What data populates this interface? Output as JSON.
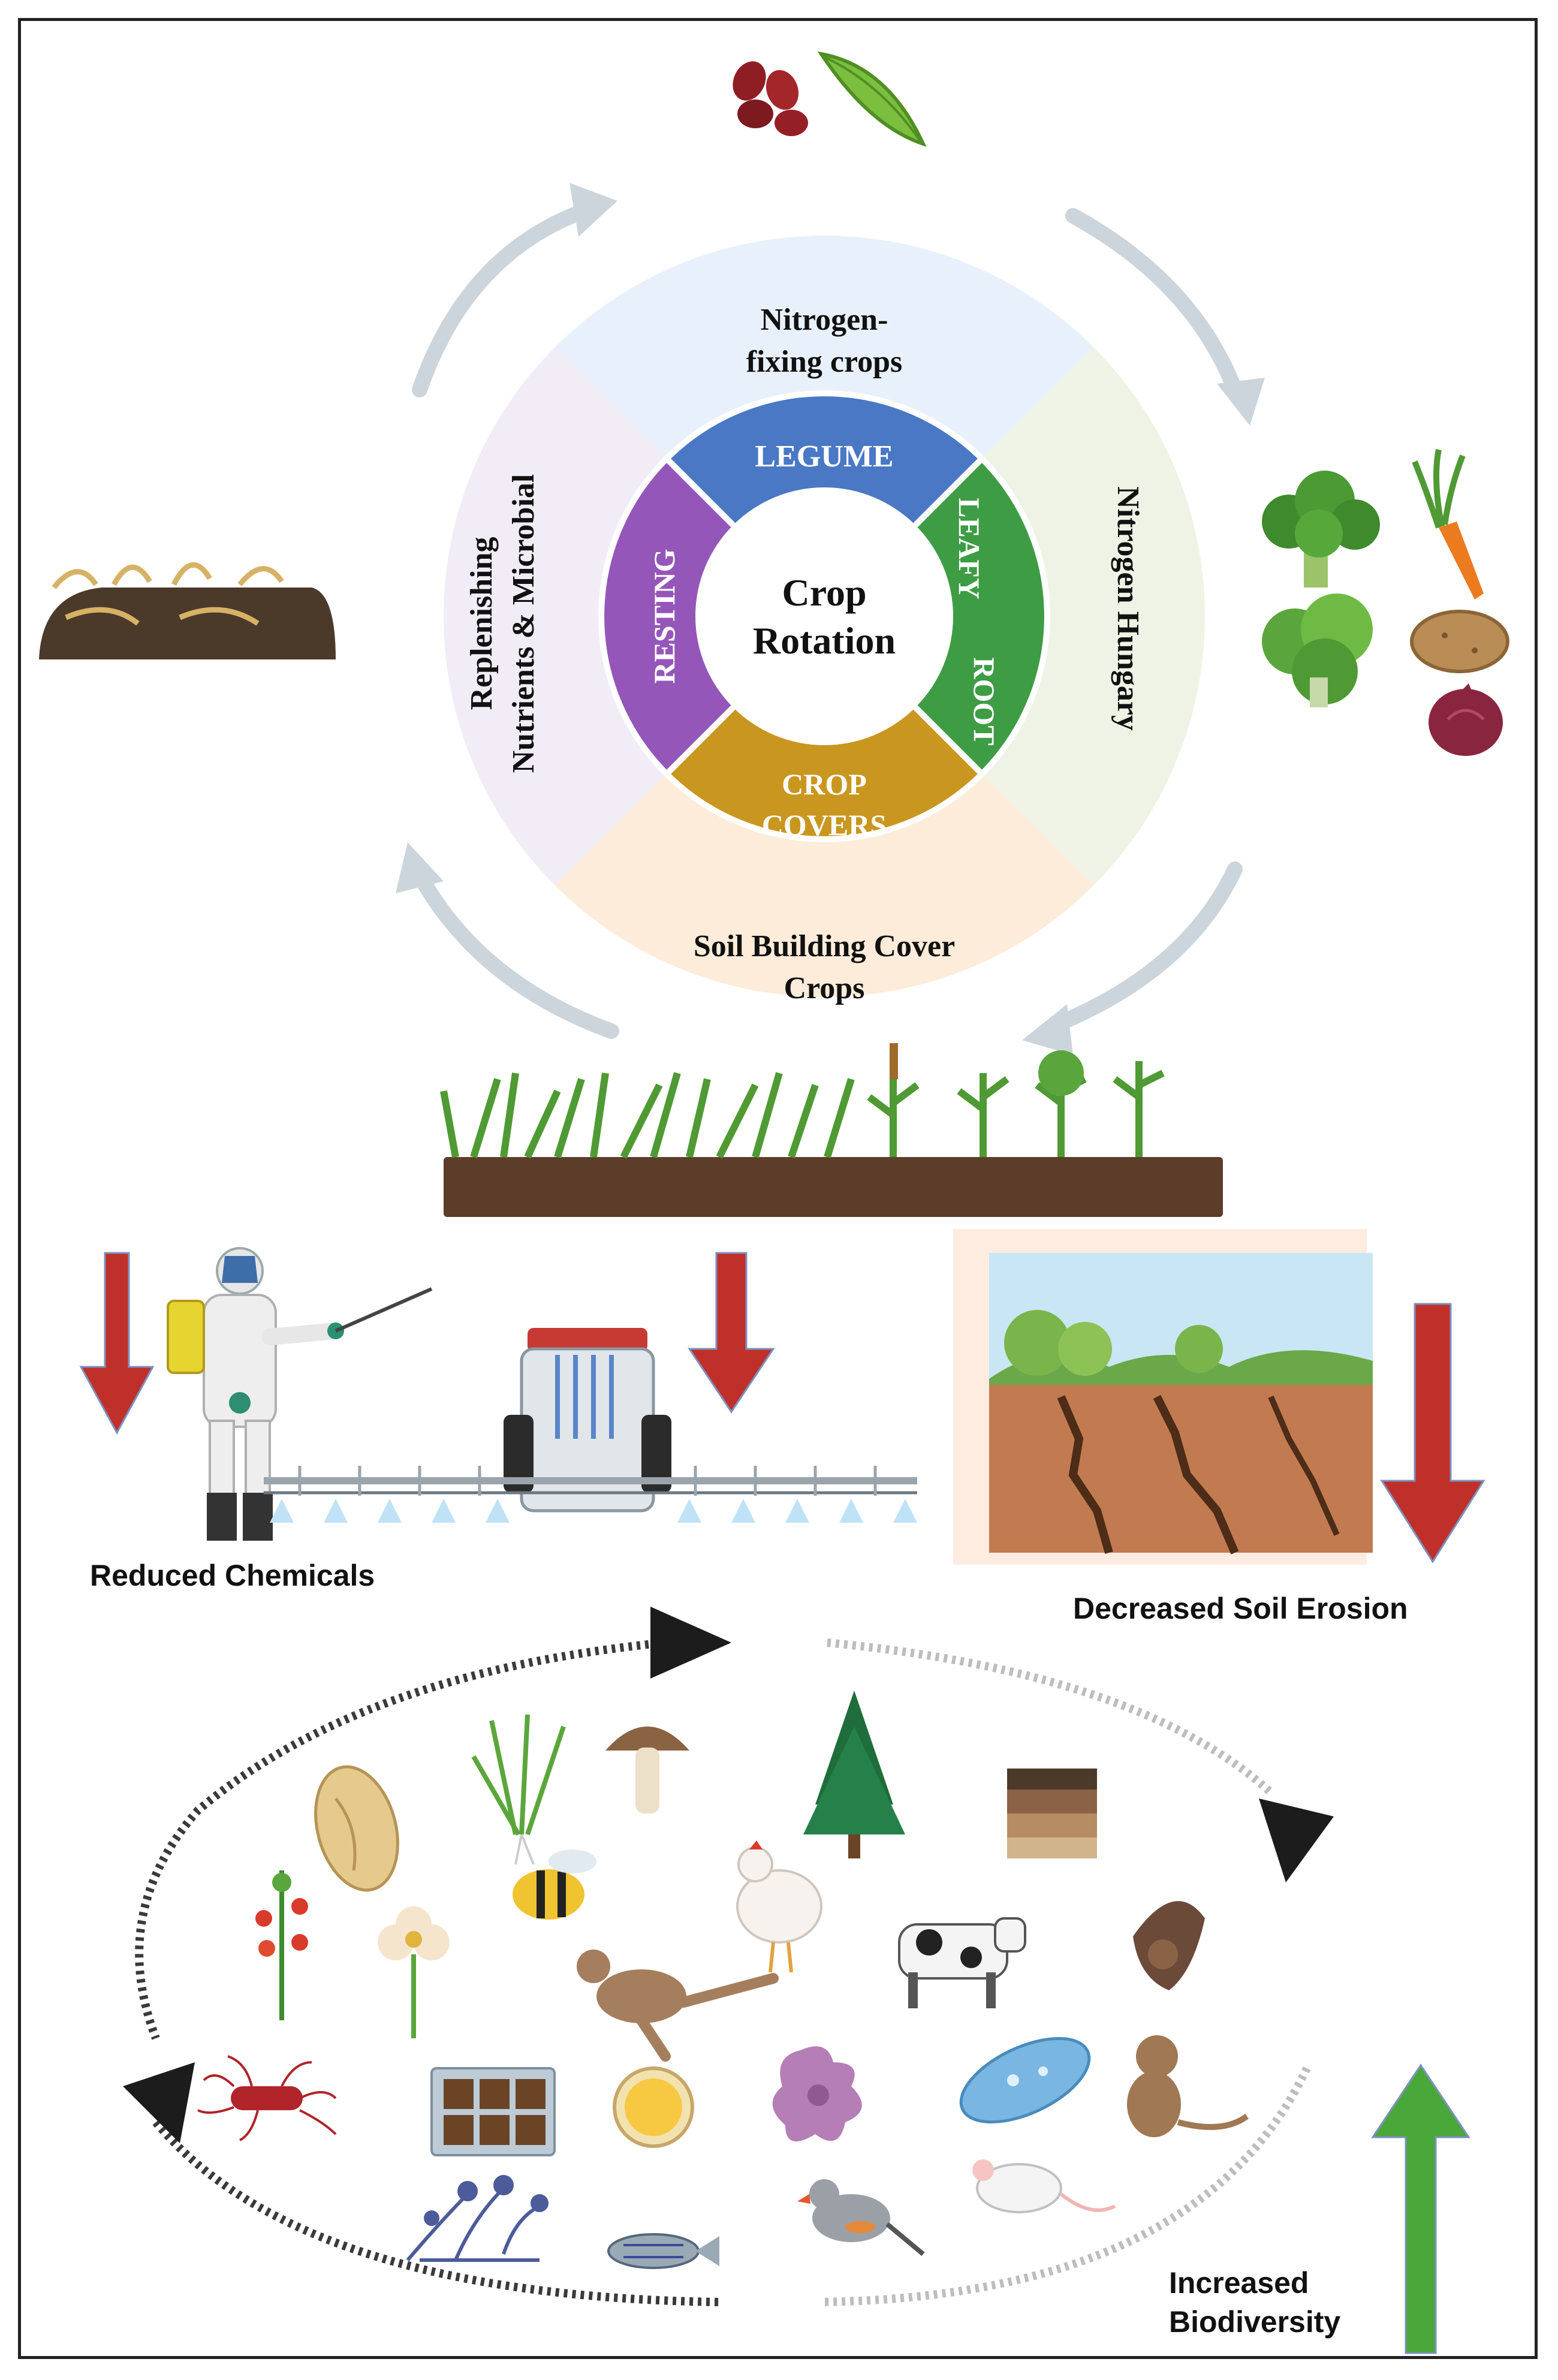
{
  "wheel": {
    "center_line1": "Crop",
    "center_line2": "Rotation",
    "inner": {
      "legume": "LEGUME",
      "leafy": "LEAFY",
      "root": "ROOT",
      "crop_covers_line1": "CROP",
      "crop_covers_line2": "COVERS",
      "resting": "RESTING"
    },
    "outer": {
      "top_line1": "Nitrogen-",
      "top_line2": "fixing crops",
      "right": "Nitrogen Hungary",
      "bottom_line1": "Soil Building Cover",
      "bottom_line2": "Crops",
      "left_line1": "Replenishing",
      "left_line2": "Nutrients & Microbial"
    },
    "colors": {
      "legume": "#4a78c4",
      "leafy_root": "#3e9c45",
      "crop_covers": "#c9961f",
      "resting": "#9457b9",
      "outer_top": "#e8f1fb",
      "outer_right": "#eef3e6",
      "outer_bottom": "#fcecd9",
      "outer_left": "#f1ecf6"
    }
  },
  "benefits": {
    "reduced_chemicals": "Reduced Chemicals",
    "decreased_erosion": "Decreased Soil Erosion",
    "increased_biodiversity_line1": "Increased",
    "increased_biodiversity_line2": "Biodiversity",
    "down_arrow_color": "#c0302a",
    "up_arrow_color": "#4aa83a"
  },
  "icons": [
    "beans-icon",
    "pea-pod-icon",
    "broccoli-icon",
    "carrot-icon",
    "lettuce-icon",
    "potato-icon",
    "onion-icon",
    "mulch-soil-icon",
    "cover-crop-field-icon",
    "sprayer-person-icon",
    "tractor-sprayer-icon",
    "eroded-field-icon",
    "seed-icon",
    "grass-icon",
    "mushroom-icon",
    "pine-tree-icon",
    "soil-layers-icon",
    "tomato-plant-icon",
    "flower-icon",
    "bee-icon",
    "chicken-icon",
    "cow-icon",
    "bat-icon",
    "kangaroo-icon",
    "bacterium-icon",
    "cell-plate-icon",
    "egg-cell-icon",
    "amoeba-icon",
    "paramecium-icon",
    "monkey-icon",
    "fungi-icon",
    "fish-icon",
    "finch-icon",
    "mouse-icon"
  ]
}
